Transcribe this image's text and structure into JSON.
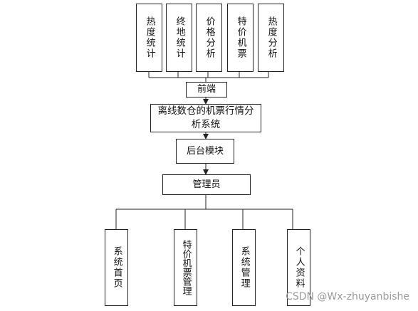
{
  "frontend_modules": [
    "热度统计",
    "终地统计",
    "价格分析",
    "特价机票",
    "热度分析"
  ],
  "frontend_label": "前端",
  "system_title": "离线数仓的机票行情分析系统",
  "backend_label": "后台模块",
  "admin_label": "管理员",
  "admin_modules": [
    "系统首页",
    "特价机票管理",
    "系统管理",
    "个人资料"
  ],
  "watermark": "CSDN @Wx-zhuyanbishe"
}
